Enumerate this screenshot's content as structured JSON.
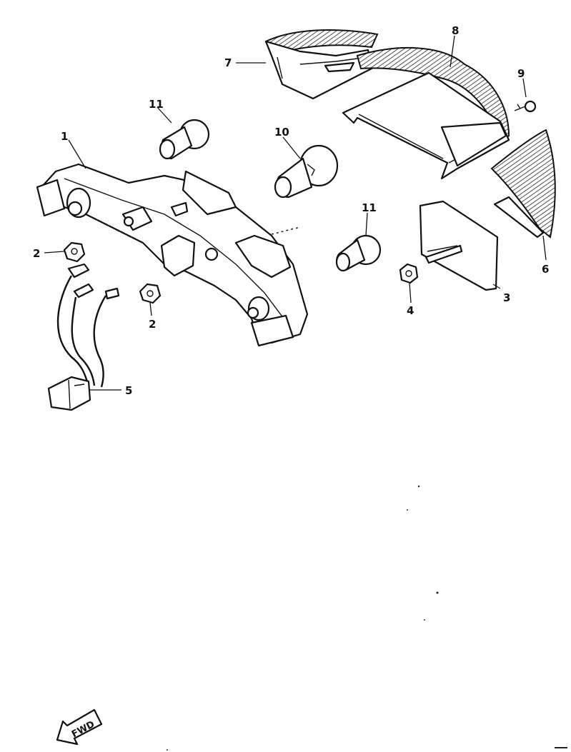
{
  "callouts": {
    "p1": "1",
    "p2a": "2",
    "p2b": "2",
    "p3": "3",
    "p4": "4",
    "p5": "5",
    "p6": "6",
    "p7": "7",
    "p8": "8",
    "p9": "9",
    "p10": "10",
    "p11a": "11",
    "p11b": "11"
  },
  "fwd_label": "FWD"
}
